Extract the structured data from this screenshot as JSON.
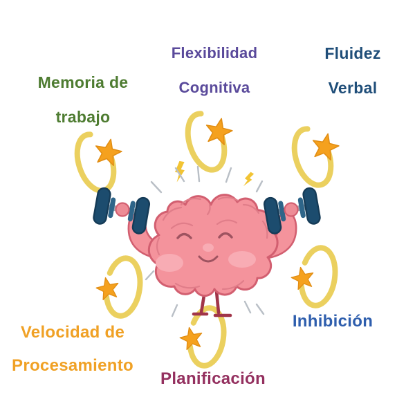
{
  "labels": {
    "memoria": {
      "line1": "Memoria de",
      "line2": "trabajo"
    },
    "flexibilidad": {
      "line1": "Flexibilidad",
      "line2": "Cognitiva"
    },
    "fluidez": {
      "line1": "Fluidez",
      "line2": "Verbal"
    },
    "velocidad": {
      "line1": "Velocidad de",
      "line2": "Procesamiento"
    },
    "planificacion": {
      "line1": "Planificación"
    },
    "inhibicion": {
      "line1": "Inhibición"
    }
  },
  "icons": {
    "brain": "brain-lifting-dumbbells-character",
    "dumbbell": "dumbbell-icon",
    "star": "star-swirl-icon",
    "bolt": "lightning-bolt-icon"
  },
  "colors": {
    "background": "#ffffff",
    "label-memoria": "#4e7c31",
    "label-flexibilidad": "#5a4a9b",
    "label-fluidez": "#1f4e79",
    "label-velocidad": "#f0a125",
    "label-planificacion": "#94305f",
    "label-inhibicion": "#2e5ead",
    "brain-fill": "#f4939c",
    "brain-outline": "#d25f70",
    "brain-fold": "#e07d89",
    "brain-light": "#f8acb4",
    "face-line": "#9e5360",
    "fist": "#ed8c96",
    "leg": "#a13549",
    "plate": "#1c4c6e",
    "plate-dark": "#153b57",
    "collar": "#2e6589",
    "bar": "#9fa8b0",
    "swirl": "#ebd05f",
    "star": "#f5a11e",
    "star-dark": "#e18d13",
    "bolt": "#f2c434",
    "ray": "#b9bfc6"
  }
}
